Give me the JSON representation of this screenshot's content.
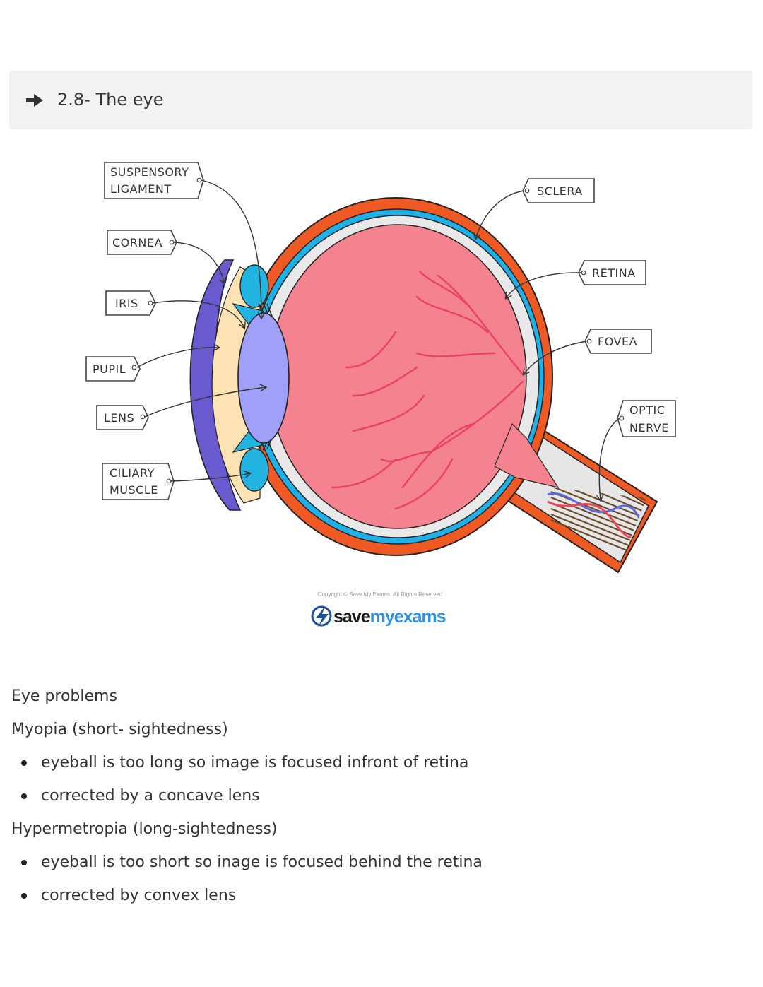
{
  "header": {
    "title": "2.8- The eye"
  },
  "diagram": {
    "labels": {
      "suspensory_1": "SUSPENSORY",
      "suspensory_2": "LIGAMENT",
      "cornea": "CORNEA",
      "iris": "IRIS",
      "pupil": "PUPIL",
      "lens": "LENS",
      "ciliary_1": "CILIARY",
      "ciliary_2": "MUSCLE",
      "sclera": "SCLERA",
      "retina": "RETINA",
      "fovea": "FOVEA",
      "optic_1": "OPTIC",
      "optic_2": "NERVE"
    },
    "copyright": "Copyright © Save My Exams. All Rights Reserved",
    "logo": {
      "part1": "save",
      "part2": "my",
      "part3": "exams"
    },
    "colors": {
      "sclera": "#ef5a24",
      "choroid": "#1fb0e8",
      "retina": "#f47a8a",
      "vitreous": "#f5838f",
      "cornea": "#6a5ad0",
      "aqueous": "#fde3b4",
      "lens": "#a0a0f8",
      "ciliary": "#21b4e0"
    }
  },
  "content": {
    "heading": "Eye problems",
    "myopia": {
      "title": "Myopia (short- sightedness)",
      "points": [
        "eyeball is too long so image is focused infront of retina",
        "corrected by a concave lens"
      ]
    },
    "hypermetropia": {
      "title": "Hypermetropia (long-sightedness)",
      "points": [
        "eyeball is too short so inage is focused behind the retina",
        "corrected by convex lens"
      ]
    }
  }
}
